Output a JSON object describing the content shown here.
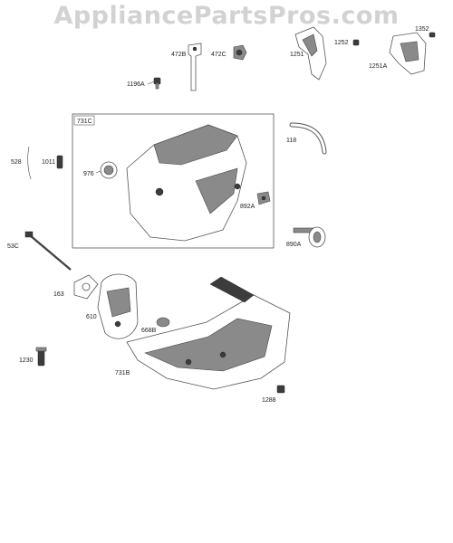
{
  "watermark": "AppliancePartsPros.com",
  "labels": {
    "p1352": "1352",
    "p1252": "1252",
    "p472b": "472B",
    "p472c": "472C",
    "p1251": "1251",
    "p1251a": "1251A",
    "p1196a": "1196A",
    "p731c": "731C",
    "p976": "976",
    "p528": "528",
    "p1011": "1011",
    "p118": "118",
    "p892a": "892A",
    "p890a": "890A",
    "p53c": "53C",
    "p163": "163",
    "p610": "610",
    "p668b": "668B",
    "p1230": "1230",
    "p731b": "731B",
    "p1288": "1288"
  }
}
